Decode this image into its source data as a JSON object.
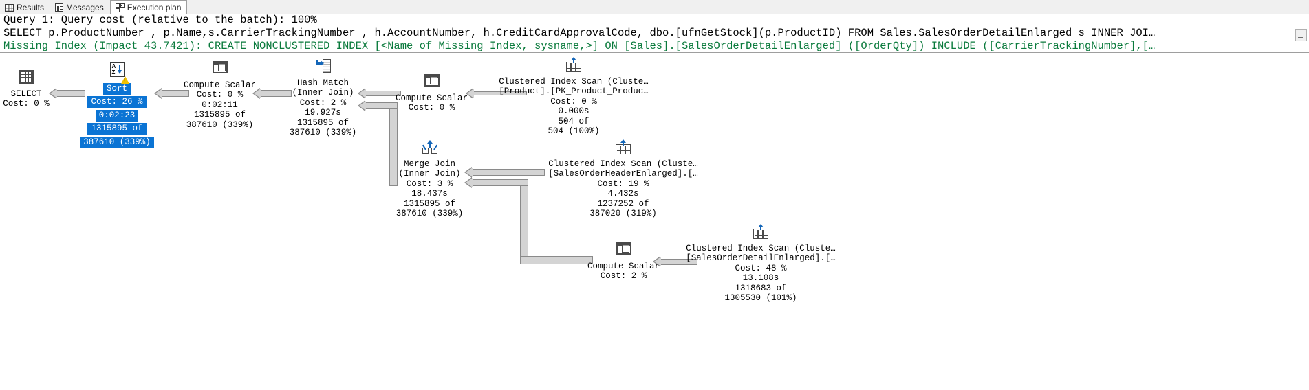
{
  "tabs": [
    {
      "label": "Results",
      "icon": "grid-icon",
      "active": false
    },
    {
      "label": "Messages",
      "icon": "messages-icon",
      "active": false
    },
    {
      "label": "Execution plan",
      "icon": "execution-plan-icon",
      "active": true
    }
  ],
  "query_pane": {
    "cost_line": "Query 1: Query cost (relative to the batch): 100%",
    "sql_line": "SELECT p.ProductNumber , p.Name,s.CarrierTrackingNumber , h.AccountNumber, h.CreditCardApprovalCode, dbo.[ufnGetStock](p.ProductID) FROM Sales.SalesOrderDetailEnlarged s INNER JOI…",
    "missing_index_line": "Missing Index (Impact 43.7421): CREATE NONCLUSTERED INDEX [<Name of Missing Index, sysname,>] ON [Sales].[SalesOrderDetailEnlarged] ([OrderQty]) INCLUDE ([CarrierTrackingNumber],[…",
    "missing_index_color": "#0a7a3c",
    "scrollbar_button": "−"
  },
  "plan": {
    "selection_color": "#0b74d4",
    "nodes": [
      {
        "id": "select",
        "icon": "result-grid-icon",
        "lines": [
          "SELECT",
          "Cost: 0 %"
        ],
        "selected": false,
        "warning": false
      },
      {
        "id": "sort",
        "icon": "sort-az-icon",
        "lines": [
          "Sort",
          "Cost: 26 %",
          "0:02:23",
          "1315895 of",
          "387610 (339%)"
        ],
        "selected": true,
        "warning": true
      },
      {
        "id": "compute-scalar-1",
        "icon": "compute-scalar-icon",
        "lines": [
          "Compute Scalar",
          "Cost: 0 %",
          "0:02:11",
          "1315895 of",
          "387610 (339%)"
        ],
        "selected": false,
        "warning": false
      },
      {
        "id": "hash-match",
        "icon": "hash-match-icon",
        "lines": [
          "Hash Match",
          "(Inner Join)",
          "Cost: 2 %",
          "19.927s",
          "1315895 of",
          "387610 (339%)"
        ],
        "selected": false,
        "warning": false
      },
      {
        "id": "compute-scalar-2",
        "icon": "compute-scalar-icon",
        "lines": [
          "Compute Scalar",
          "Cost: 0 %"
        ],
        "selected": false,
        "warning": false
      },
      {
        "id": "clustered-index-scan-product",
        "icon": "clustered-index-scan-icon",
        "lines": [
          "Clustered Index Scan (Cluste…",
          "[Product].[PK_Product_Produc…",
          "Cost: 0 %",
          "0.000s",
          "504 of",
          "504 (100%)"
        ],
        "selected": false,
        "warning": false
      },
      {
        "id": "merge-join",
        "icon": "merge-join-icon",
        "lines": [
          "Merge Join",
          "(Inner Join)",
          "Cost: 3 %",
          "18.437s",
          "1315895 of",
          "387610 (339%)"
        ],
        "selected": false,
        "warning": false
      },
      {
        "id": "clustered-index-scan-header",
        "icon": "clustered-index-scan-icon",
        "lines": [
          "Clustered Index Scan (Cluste…",
          "[SalesOrderHeaderEnlarged].[…",
          "Cost: 19 %",
          "4.432s",
          "1237252 of",
          "387020 (319%)"
        ],
        "selected": false,
        "warning": false
      },
      {
        "id": "compute-scalar-3",
        "icon": "compute-scalar-icon",
        "lines": [
          "Compute Scalar",
          "Cost: 2 %"
        ],
        "selected": false,
        "warning": false
      },
      {
        "id": "clustered-index-scan-detail",
        "icon": "clustered-index-scan-icon",
        "lines": [
          "Clustered Index Scan (Cluste…",
          "[SalesOrderDetailEnlarged].[…",
          "Cost: 48 %",
          "13.108s",
          "1318683 of",
          "1305530 (101%)"
        ],
        "selected": false,
        "warning": false
      }
    ]
  }
}
